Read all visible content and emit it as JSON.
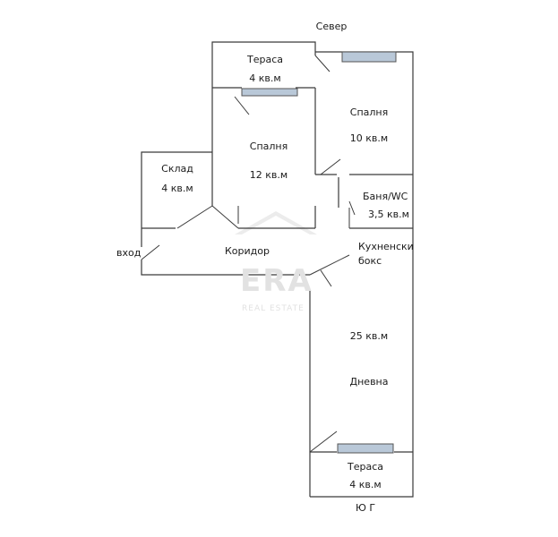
{
  "compass": {
    "north": "Север",
    "south": "Ю Г"
  },
  "entrance": "вход",
  "rooms": [
    {
      "id": "terrace-north",
      "name": "Тераса",
      "area": "4 кв.м"
    },
    {
      "id": "bedroom-left",
      "name": "Спалня",
      "area": "12 кв.м"
    },
    {
      "id": "bedroom-right",
      "name": "Спалня",
      "area": "10 кв.м"
    },
    {
      "id": "storage",
      "name": "Склад",
      "area": "4 кв.м"
    },
    {
      "id": "bathroom",
      "name": "Баня/WC",
      "area": "3,5 кв.м"
    },
    {
      "id": "corridor",
      "name": "Коридор"
    },
    {
      "id": "kitchen",
      "name_line1": "Кухненски",
      "name_line2": "бокс"
    },
    {
      "id": "living",
      "name": "Дневна",
      "area": "25 кв.м"
    },
    {
      "id": "terrace-south",
      "name": "Тераса",
      "area": "4 кв.м"
    }
  ],
  "watermark": {
    "brand": "ERA",
    "tagline": "REAL ESTATE"
  },
  "colors": {
    "wall": "#3a3a3a",
    "window_fill": "#b9c8d8",
    "window_stroke": "#555555",
    "watermark": "#e2e2e2"
  }
}
